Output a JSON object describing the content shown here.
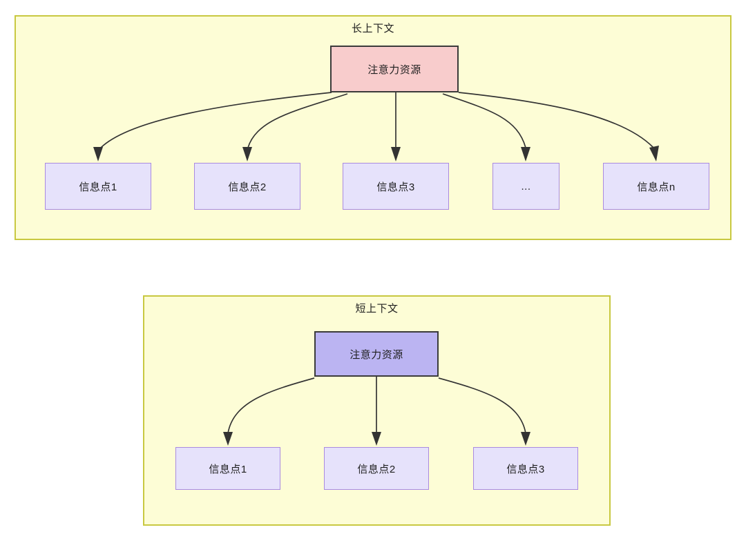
{
  "diagram": {
    "type": "node-link-diagram",
    "background_color": "#ffffff",
    "sections": [
      {
        "id": "long-context",
        "title": "长上下文",
        "container_color": "#fdfdd6",
        "container_border_color": "#c8c840",
        "root": {
          "label": "注意力资源",
          "fill": "#f8cccc",
          "border": "#3a3a3a"
        },
        "children": [
          {
            "label": "信息点1",
            "fill": "#e6e2fb",
            "border": "#a98ae0"
          },
          {
            "label": "信息点2",
            "fill": "#e6e2fb",
            "border": "#a98ae0"
          },
          {
            "label": "信息点3",
            "fill": "#e6e2fb",
            "border": "#a98ae0"
          },
          {
            "label": "...",
            "fill": "#e6e2fb",
            "border": "#a98ae0"
          },
          {
            "label": "信息点n",
            "fill": "#e6e2fb",
            "border": "#a98ae0"
          }
        ]
      },
      {
        "id": "short-context",
        "title": "短上下文",
        "container_color": "#fdfdd6",
        "container_border_color": "#c8c840",
        "root": {
          "label": "注意力资源",
          "fill": "#bbb4f2",
          "border": "#3a3a3a"
        },
        "children": [
          {
            "label": "信息点1",
            "fill": "#e6e2fb",
            "border": "#a98ae0"
          },
          {
            "label": "信息点2",
            "fill": "#e6e2fb",
            "border": "#a98ae0"
          },
          {
            "label": "信息点3",
            "fill": "#e6e2fb",
            "border": "#a98ae0"
          }
        ]
      }
    ],
    "edge_color": "#333333"
  }
}
